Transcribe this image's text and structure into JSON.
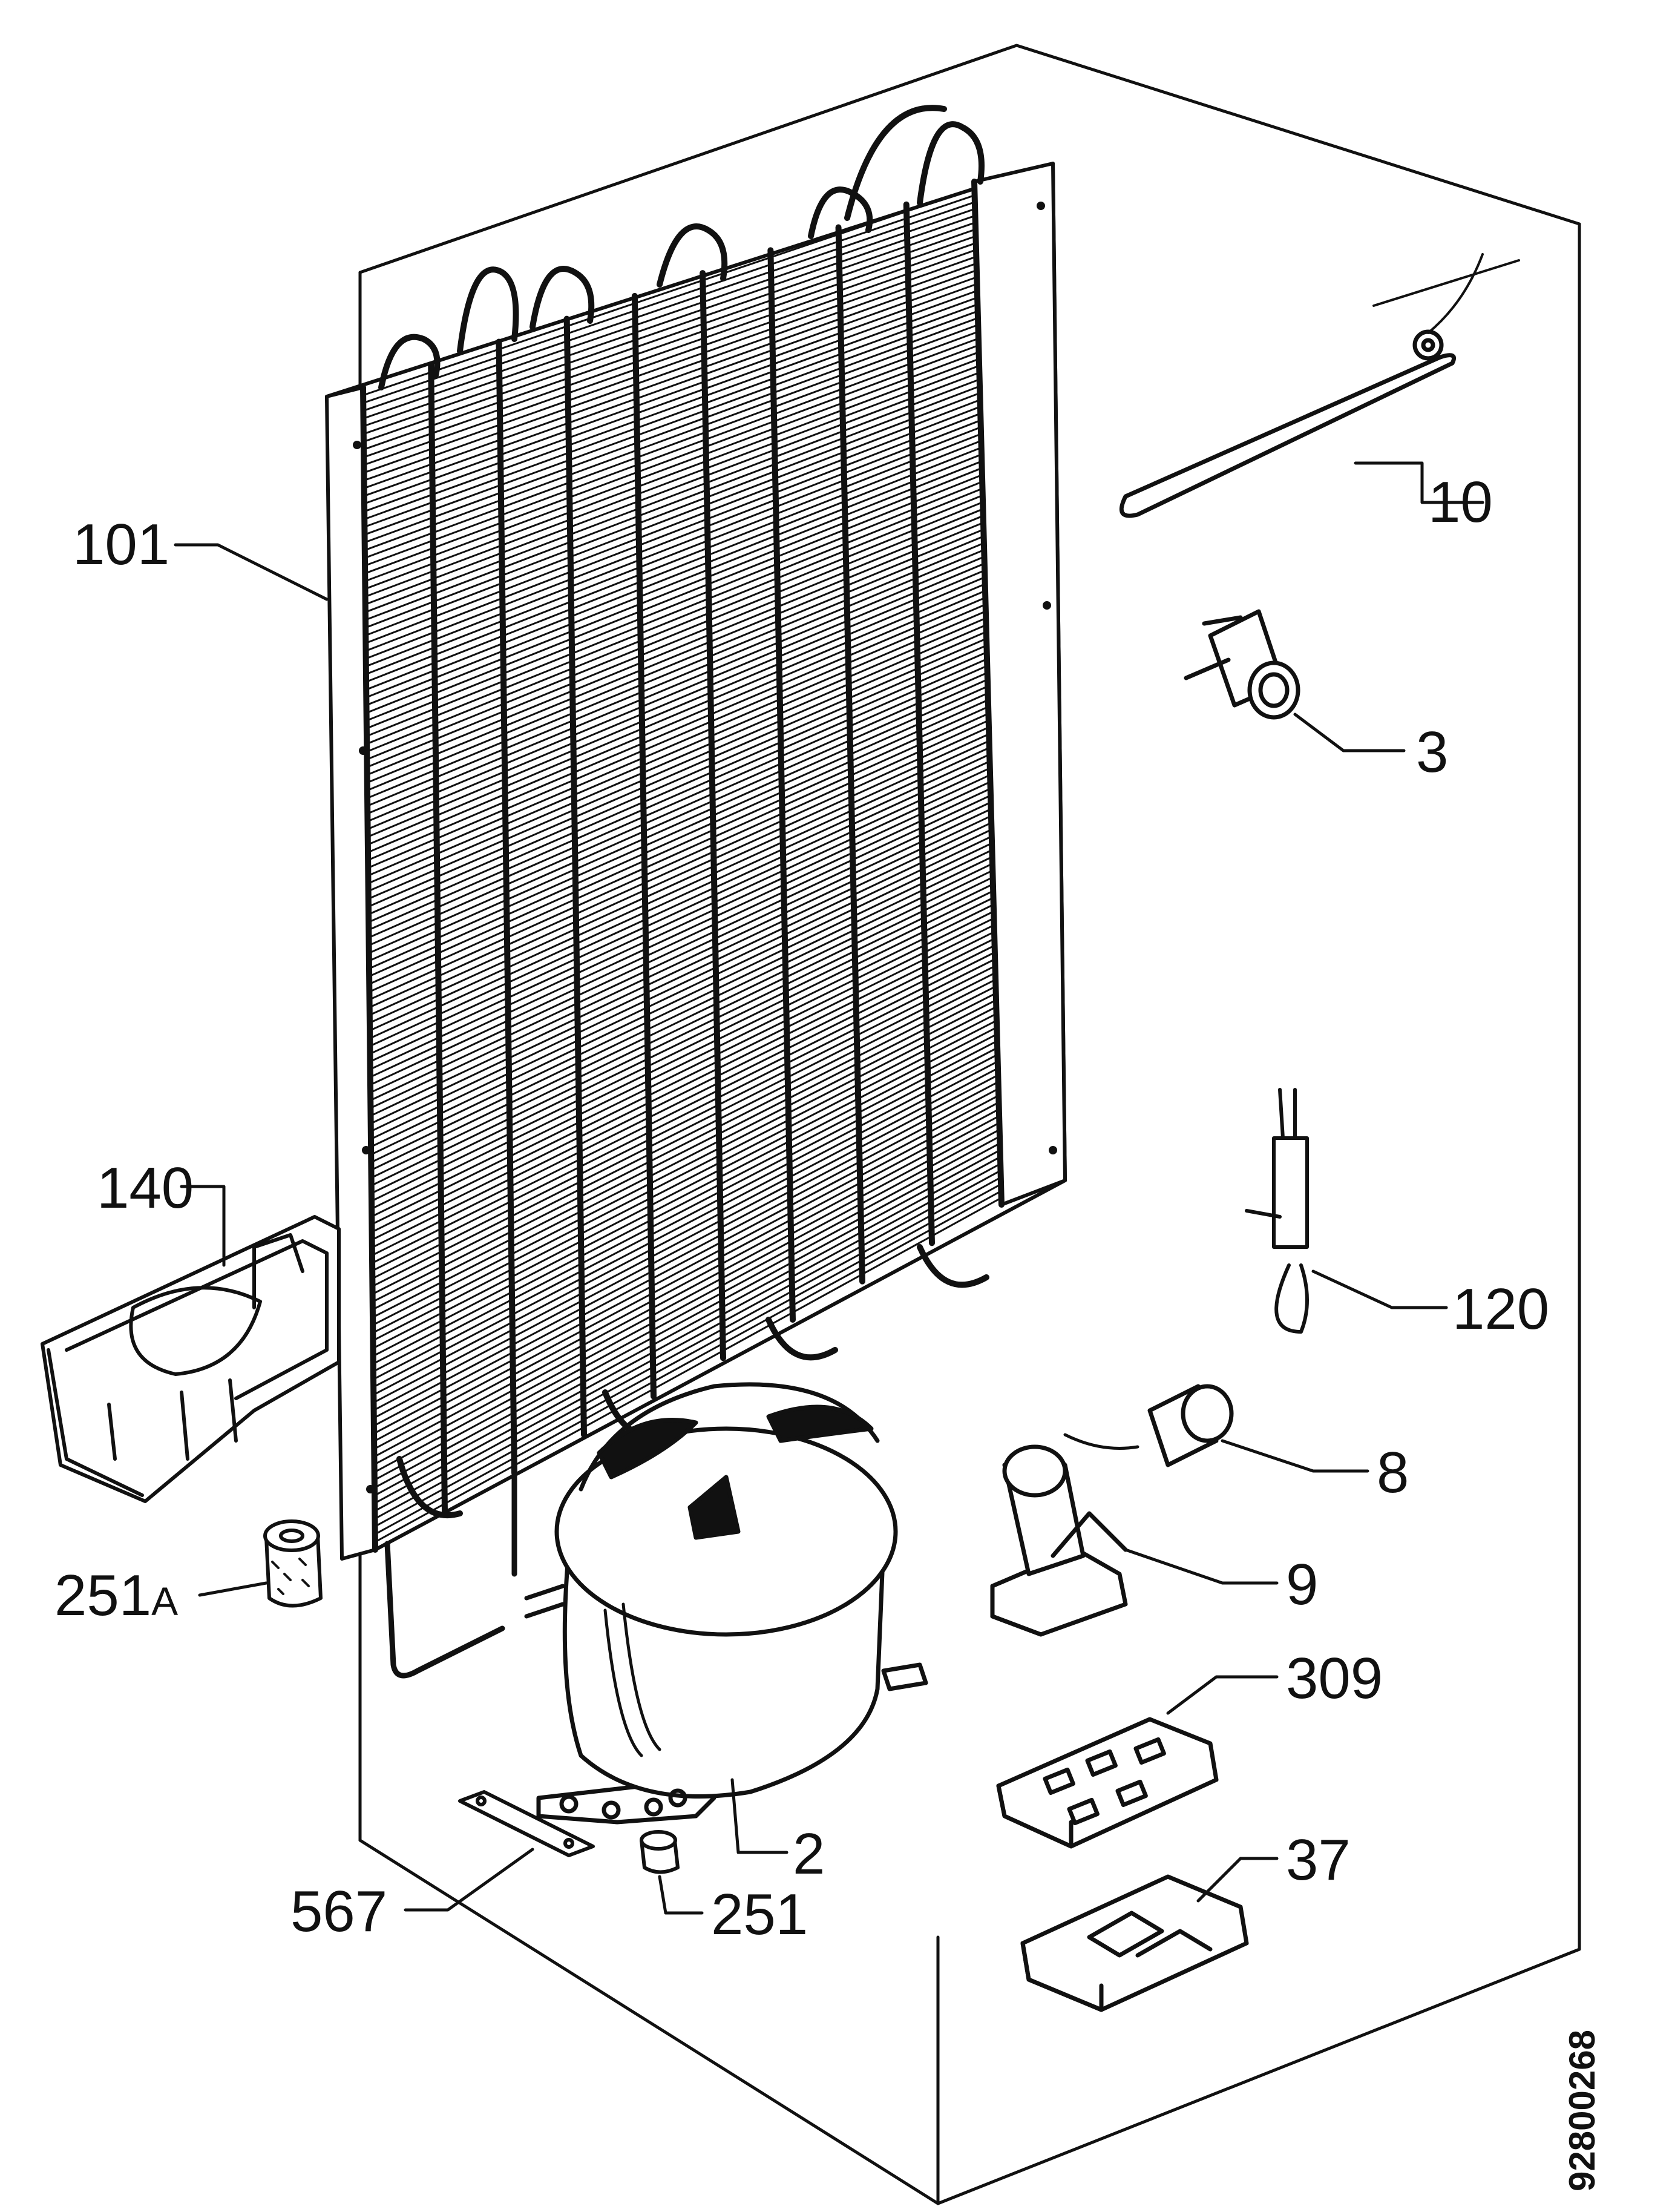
{
  "diagram": {
    "callouts": [
      {
        "id": "101",
        "text": "101",
        "sub": ""
      },
      {
        "id": "10",
        "text": "10",
        "sub": ""
      },
      {
        "id": "3",
        "text": "3",
        "sub": ""
      },
      {
        "id": "140",
        "text": "140",
        "sub": ""
      },
      {
        "id": "120",
        "text": "120",
        "sub": ""
      },
      {
        "id": "8",
        "text": "8",
        "sub": ""
      },
      {
        "id": "9",
        "text": "9",
        "sub": ""
      },
      {
        "id": "251A",
        "text": "251",
        "sub": "A"
      },
      {
        "id": "309",
        "text": "309",
        "sub": ""
      },
      {
        "id": "2",
        "text": "2",
        "sub": ""
      },
      {
        "id": "37",
        "text": "37",
        "sub": ""
      },
      {
        "id": "567",
        "text": "567",
        "sub": ""
      },
      {
        "id": "251",
        "text": "251",
        "sub": ""
      }
    ],
    "drawing_number": "92800268"
  }
}
